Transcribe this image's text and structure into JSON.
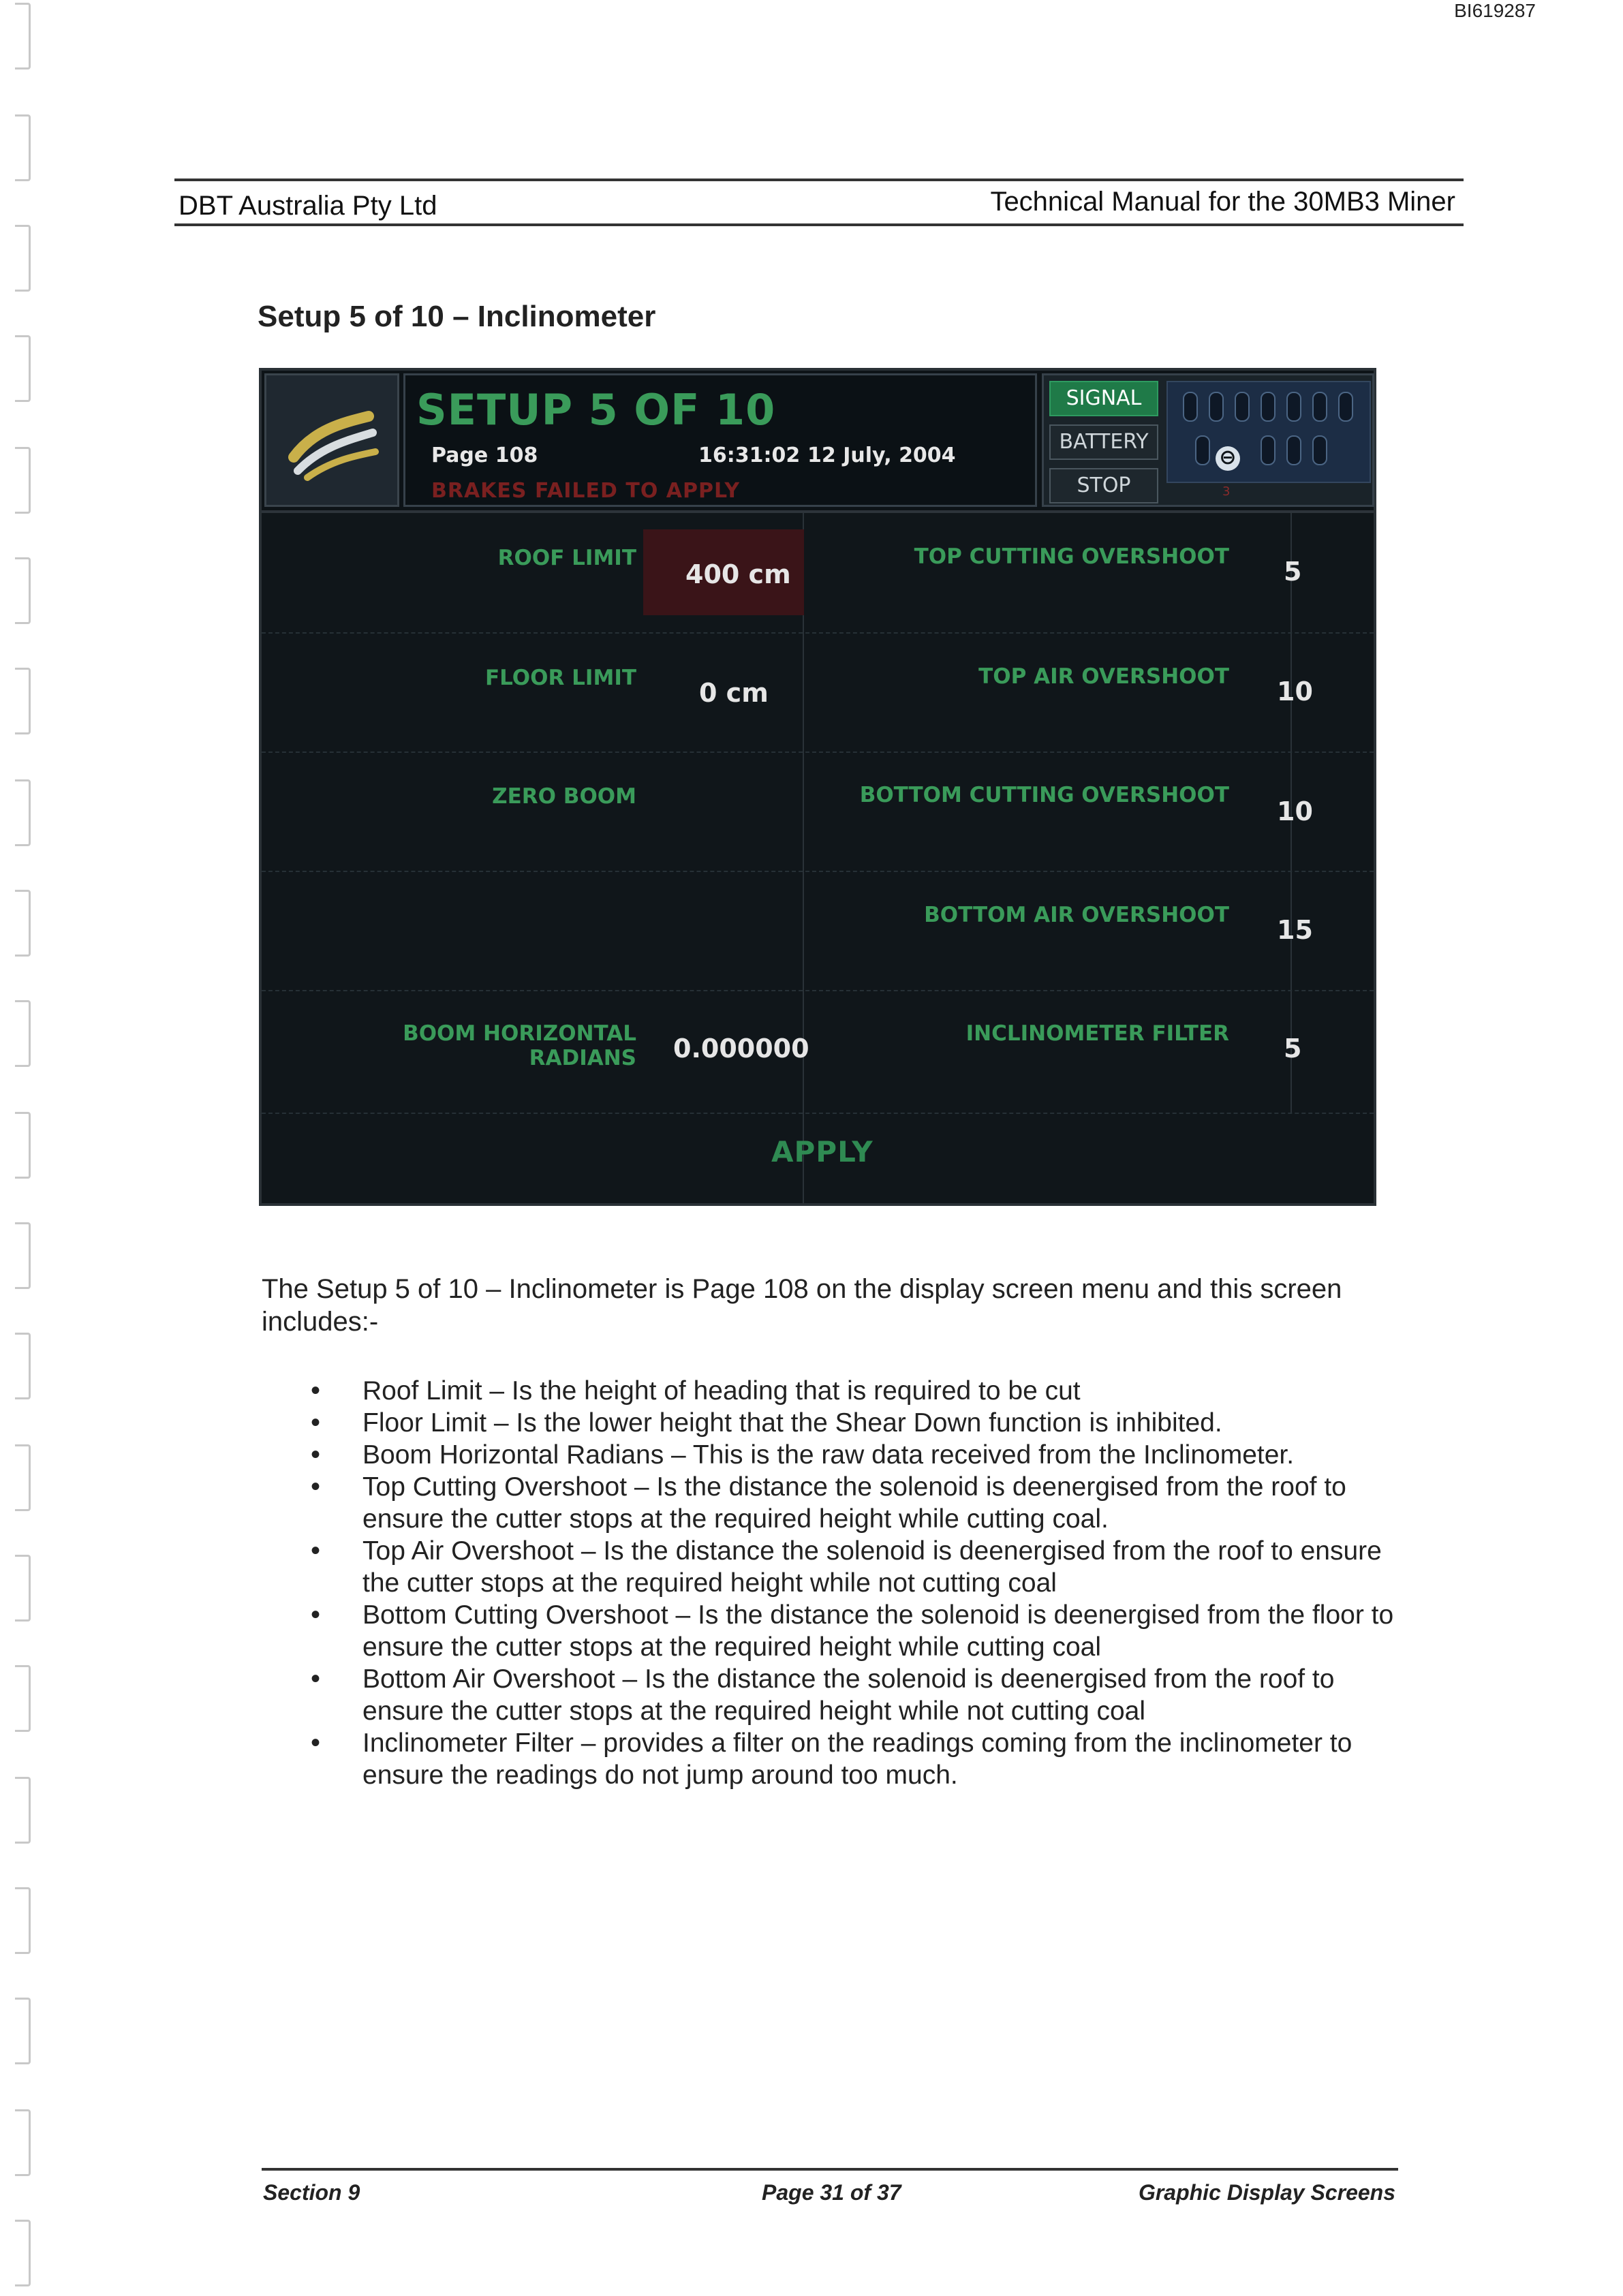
{
  "doc_id": "BI619287",
  "header": {
    "left": "DBT Australia Pty Ltd",
    "right": "Technical Manual for the 30MB3 Miner"
  },
  "section_title": "Setup 5 of 10 – Inclinometer",
  "screen": {
    "title": "SETUP 5 OF 10",
    "page": "Page 108",
    "time": "16:31:02",
    "date": "12 July, 2004",
    "warning": "BRAKES FAILED TO APPLY",
    "status_buttons": [
      "SIGNAL",
      "BATTERY",
      "STOP"
    ],
    "status_active": "SIGNAL",
    "grille_badge": "⊖",
    "grille_label": "3",
    "left_fields": [
      {
        "label": "ROOF LIMIT",
        "value": "400 cm"
      },
      {
        "label": "FLOOR LIMIT",
        "value": "0 cm"
      },
      {
        "label": "ZERO BOOM",
        "value": ""
      },
      {
        "label": "BOOM HORIZONTAL RADIANS",
        "value": "0.000000"
      }
    ],
    "right_fields": [
      {
        "label": "TOP CUTTING OVERSHOOT",
        "value": "5"
      },
      {
        "label": "TOP AIR OVERSHOOT",
        "value": "10"
      },
      {
        "label": "BOTTOM CUTTING OVERSHOOT",
        "value": "10"
      },
      {
        "label": "BOTTOM AIR OVERSHOOT",
        "value": "15"
      },
      {
        "label": "INCLINOMETER FILTER",
        "value": "5"
      }
    ],
    "apply_label": "APPLY",
    "colors": {
      "label_green": "#3a9b5a",
      "signal_green": "#1f7a48",
      "warning_red": "#7a2020",
      "panel_bg": "#10161a"
    }
  },
  "intro": "The Setup 5 of 10 – Inclinometer is Page 108 on the display screen menu and this screen includes:-",
  "bullets": [
    "Roof Limit –  Is the height of heading that is required to be cut",
    "Floor Limit – Is the lower height that the Shear Down function is inhibited.",
    "Boom Horizontal Radians – This is the raw data received from the Inclinometer.",
    "Top Cutting Overshoot – Is the distance the solenoid is deenergised from the roof to ensure the cutter stops at the required height while cutting coal.",
    "Top Air Overshoot – Is the distance the solenoid is deenergised from the roof to ensure the cutter stops at the required height while not cutting coal",
    "Bottom Cutting Overshoot – Is the distance the solenoid is deenergised from the floor to ensure the cutter stops at the required height while cutting coal",
    "Bottom Air Overshoot – Is the distance the solenoid is deenergised from the roof to ensure the cutter stops at the required height while not cutting coal",
    "Inclinometer Filter – provides a filter on the readings coming from the inclinometer to ensure the readings do not jump around too much."
  ],
  "footer": {
    "left": "Section 9",
    "center": "Page 31 of 37",
    "right": "Graphic Display Screens"
  }
}
